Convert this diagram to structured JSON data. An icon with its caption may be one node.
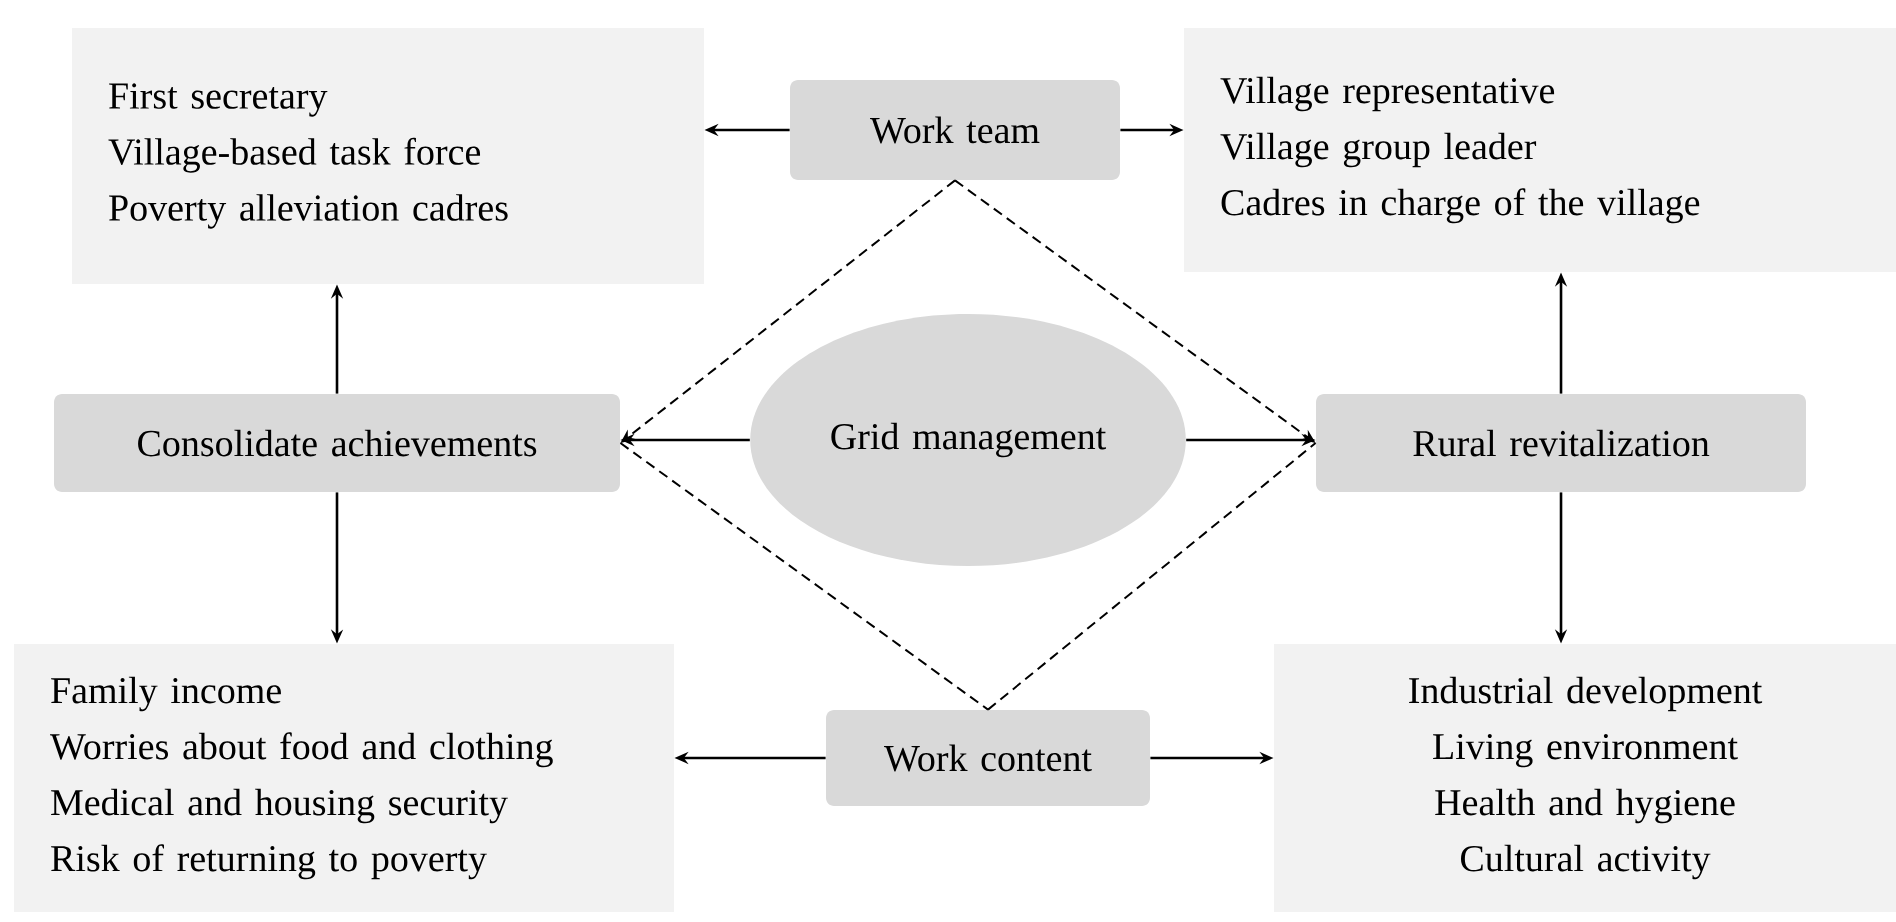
{
  "diagram": {
    "nodes": [
      {
        "text": [
          "First secretary",
          "Village-based  task force",
          "Poverty alleviation  cadres"
        ]
      },
      {
        "text": [
          "Work team"
        ]
      },
      {
        "text": [
          "Village  representative",
          "Village  group leader",
          "Cadres in charge of the village"
        ]
      },
      {
        "text": [
          "Consolidate achievements"
        ]
      },
      {
        "text": [
          "Grid management"
        ]
      },
      {
        "text": [
          "Rural revitalization"
        ]
      },
      {
        "text": [
          "Family  income",
          "Worries about food and clothing",
          "Medical  and housing security",
          "Risk of returning  to poverty"
        ]
      },
      {
        "text": [
          "Work content"
        ]
      },
      {
        "text": [
          "Industrial  development",
          "Living  environment",
          "Health  and hygiene",
          "Cultural  activity"
        ]
      }
    ],
    "edges": [
      {
        "from": 1,
        "to": 0,
        "arrow": "to"
      },
      {
        "from": 1,
        "to": 2,
        "arrow": "to"
      },
      {
        "from": 3,
        "to": 0,
        "arrow": "to"
      },
      {
        "from": 5,
        "to": 2,
        "arrow": "to"
      },
      {
        "from": 4,
        "to": 3,
        "arrow": "to"
      },
      {
        "from": 4,
        "to": 5,
        "arrow": "to"
      },
      {
        "from": 3,
        "to": 6,
        "arrow": "to"
      },
      {
        "from": 5,
        "to": 8,
        "arrow": "to"
      },
      {
        "from": 7,
        "to": 6,
        "arrow": "to"
      },
      {
        "from": 7,
        "to": 8,
        "arrow": "to"
      },
      {
        "from": 1,
        "to": 3,
        "arrow": "to",
        "style": "dashed"
      },
      {
        "from": 1,
        "to": 5,
        "arrow": "to",
        "style": "dashed"
      },
      {
        "from": 3,
        "to": 7,
        "arrow": "none",
        "style": "dashed"
      },
      {
        "from": 7,
        "to": 5,
        "arrow": "none",
        "style": "dashed"
      }
    ]
  }
}
